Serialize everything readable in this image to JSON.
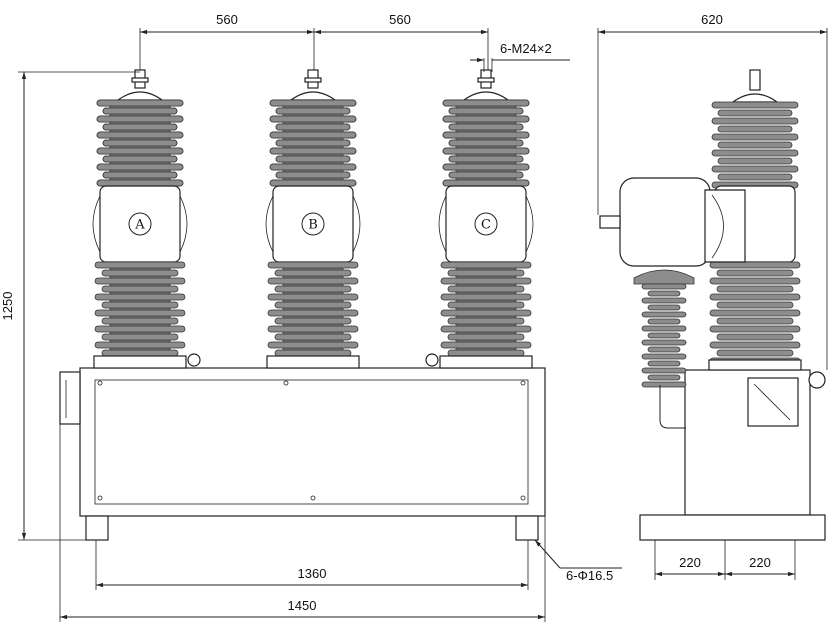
{
  "dimensions": {
    "top_spacing_1": "560",
    "top_spacing_2": "560",
    "side_depth": "620",
    "terminal_spec": "6-M24×2",
    "height": "1250",
    "bolt_spacing": "1360",
    "overall_width": "1450",
    "mount_holes": "6-Φ16.5",
    "side_foot_1": "220",
    "side_foot_2": "220"
  },
  "phases": [
    "A",
    "B",
    "C"
  ]
}
